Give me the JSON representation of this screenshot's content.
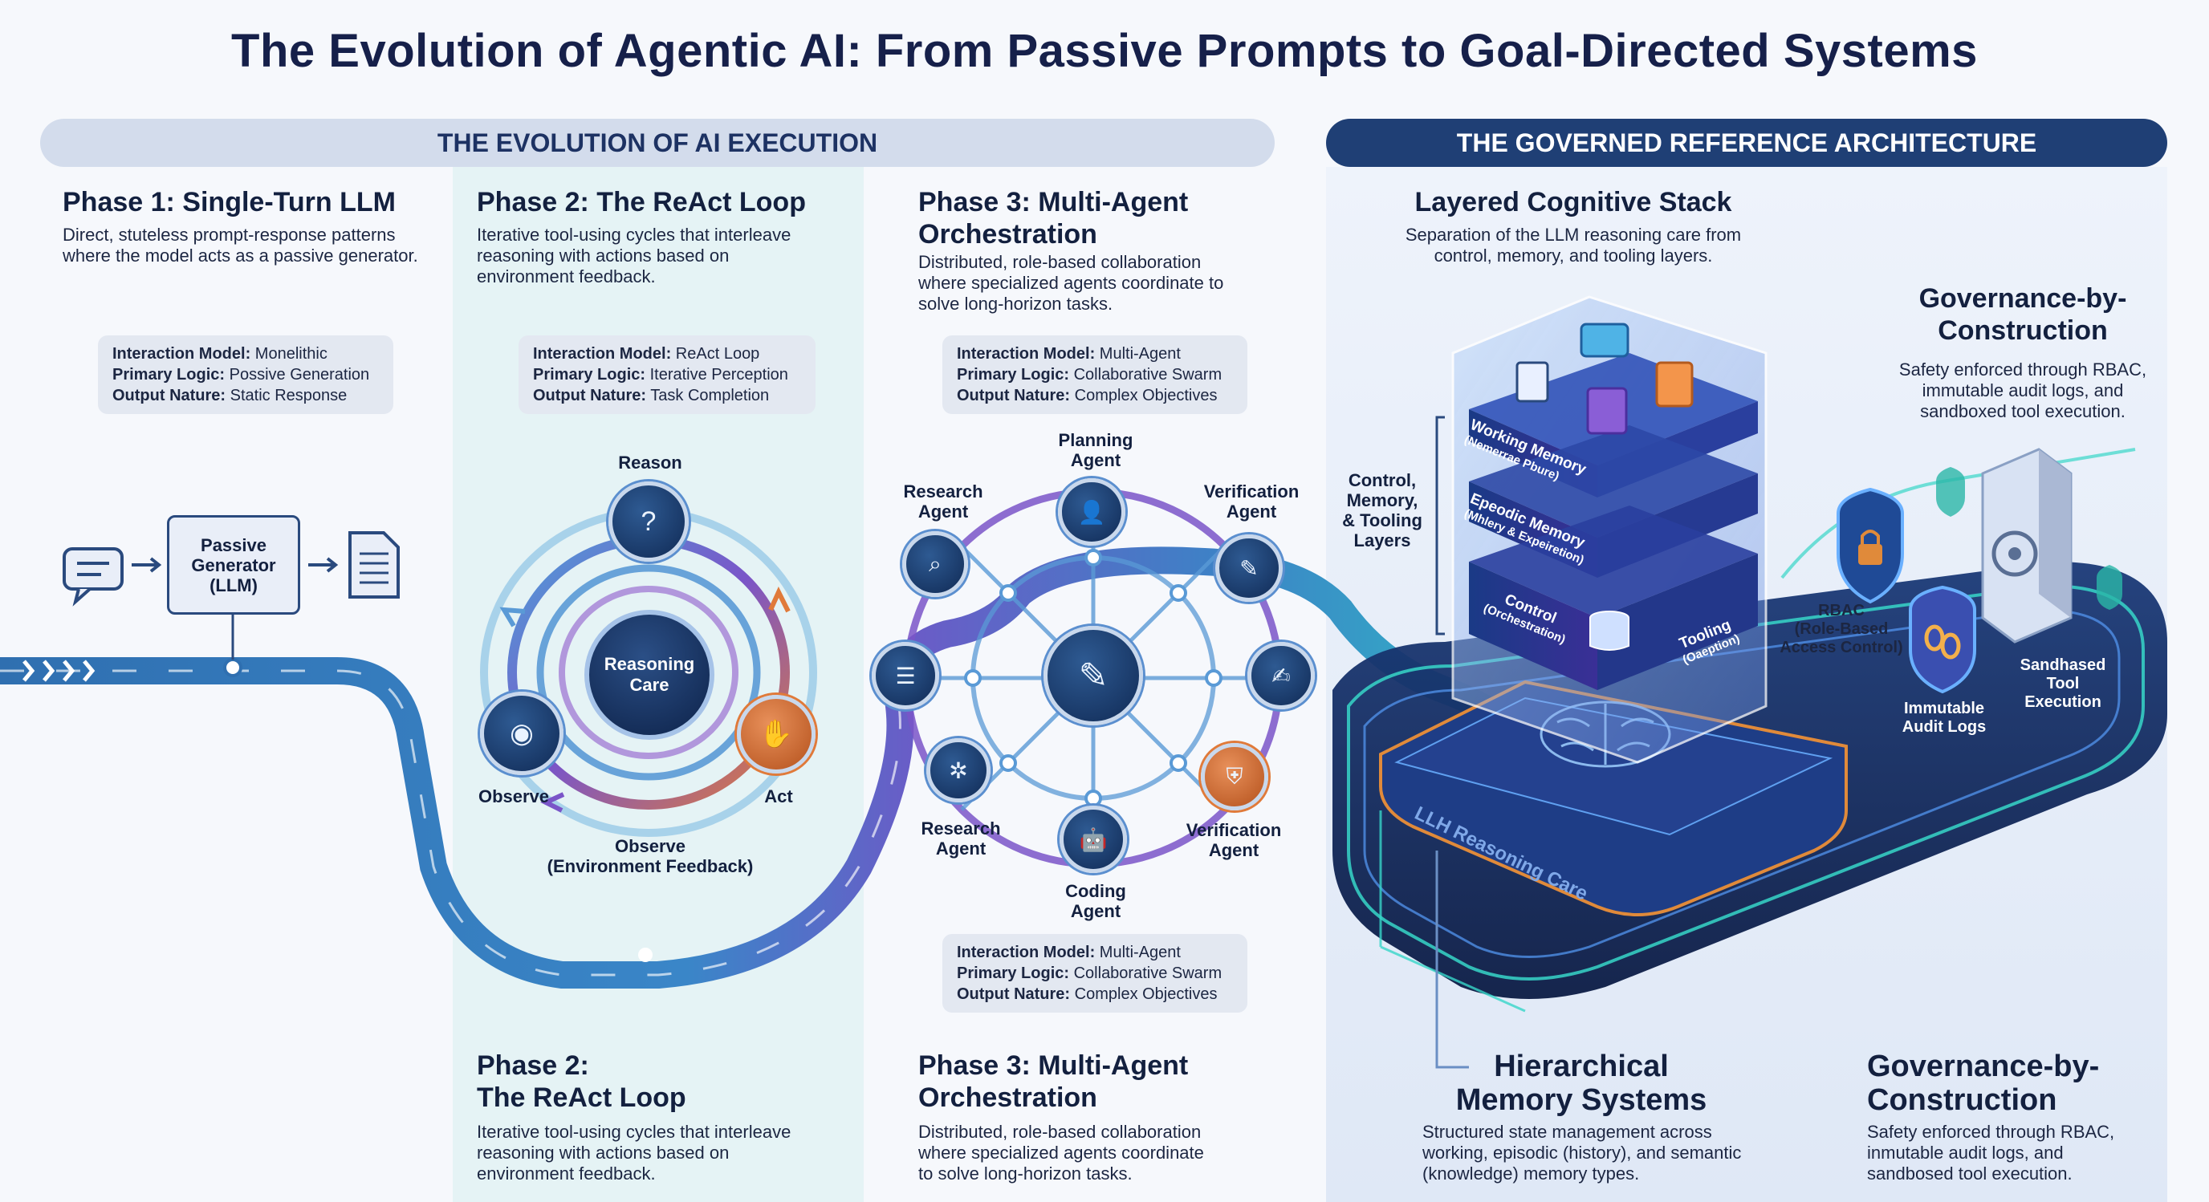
{
  "title": "The Evolution of Agentic AI: From Passive Prompts to Goal-Directed Systems",
  "bands": {
    "left": "THE EVOLUTION OF AI EXECUTION",
    "right": "THE GOVERNED REFERENCE ARCHITECTURE"
  },
  "phase1": {
    "heading": "Phase 1: Single-Turn LLM",
    "desc_1": "Direct, stuteless prompt-response patterns",
    "desc_2": "where the model acts as a passive generator.",
    "info": {
      "k1": "Interaction Model:",
      "v1": "Monelithic",
      "k2": "Primary Logic:",
      "v2": "Possive Generation",
      "k3": "Output Nature:",
      "v3": "Static Response"
    },
    "box_1": "Passive",
    "box_2": "Generator",
    "box_3": "(LLM)"
  },
  "phase2": {
    "heading": "Phase 2: The ReAct Loop",
    "desc_1": "Iterative tool-using cycles that interleave",
    "desc_2": "reasoning with actions based on",
    "desc_3": "environment feedback.",
    "info": {
      "k1": "Interaction Model:",
      "v1": "ReAct Loop",
      "k2": "Primary Logic:",
      "v2": "Iterative Perception",
      "k3": "Output Nature:",
      "v3": "Task Completion"
    },
    "reason": "Reason",
    "core_1": "Reasoning",
    "core_2": "Care",
    "observe": "Observe",
    "act": "Act",
    "observe_env_1": "Observe",
    "observe_env_2": "(Environment Feedback)",
    "bottom_heading_1": "Phase 2:",
    "bottom_heading_2": "The ReAct Loop",
    "bottom_desc_1": "Iterative tool-using cycles that interleave",
    "bottom_desc_2": "reasoning with actions based on",
    "bottom_desc_3": "environment feedback."
  },
  "phase3": {
    "heading_1": "Phase 3: Multi-Agent",
    "heading_2": "Orchestration",
    "desc_1": "Distributed, role-based collaboration",
    "desc_2": "where specialized agents coordinate to",
    "desc_3": "solve long-horizon tasks.",
    "info": {
      "k1": "Interaction Model:",
      "v1": "Multi-Agent",
      "k2": "Primary Logic:",
      "v2": "Collaborative Swarm",
      "k3": "Output Nature:",
      "v3": "Complex Objectives"
    },
    "agents": {
      "planning_1": "Planning",
      "planning_2": "Agent",
      "research_top_1": "Research",
      "research_top_2": "Agent",
      "verification_top_1": "Verification",
      "verification_top_2": "Agent",
      "research_bot_1": "Research",
      "research_bot_2": "Agent",
      "verification_bot_1": "Verification",
      "verification_bot_2": "Agent",
      "coding_1": "Coding",
      "coding_2": "Agent"
    },
    "info2": {
      "k1": "Interaction Model:",
      "v1": "Multi-Agent",
      "k2": "Primary Logic:",
      "v2": "Collaborative Swarm",
      "k3": "Output Nature:",
      "v3": "Complex Objectives"
    },
    "bottom_heading_1": "Phase 3: Multi-Agent",
    "bottom_heading_2": "Orchestration",
    "bottom_desc_1": "Distributed, role-based collaboration",
    "bottom_desc_2": "where specialized agents coordinate",
    "bottom_desc_3": "to solve long-horizon tasks."
  },
  "architecture": {
    "stack_heading": "Layered Cognitive Stack",
    "stack_desc_1": "Separation of the LLM reasoning care from",
    "stack_desc_2": "control, memory, and tooling layers.",
    "control_label_1": "Control,",
    "control_label_2": "Memory,",
    "control_label_3": "& Tooling",
    "control_label_4": "Layers",
    "layer_working_1": "Working Memory",
    "layer_working_2": "(Nemerrae Pbure)",
    "layer_episodic_1": "Epeodic Memory",
    "layer_episodic_2": "(Mhlery & Expeiretion)",
    "layer_control_1": "Control",
    "layer_control_2": "(Orchestration)",
    "layer_tooling_1": "Tooling",
    "layer_tooling_2": "(Oaeption)",
    "core_label": "LLH Reasoning Care",
    "gov_heading_1": "Governance-by-",
    "gov_heading_2": "Construction",
    "gov_desc_1": "Safety enforced through RBAC,",
    "gov_desc_2": "immutable audit logs, and",
    "gov_desc_3": "sandboxed tool execution.",
    "rbac_1": "RBAC",
    "rbac_2": "(Role-Based",
    "rbac_3": "Access Control)",
    "audit_1": "Immutable",
    "audit_2": "Audit Logs",
    "sandbox_1": "Sandhased",
    "sandbox_2": "Tool",
    "sandbox_3": "Execution",
    "mem_heading_1": "Hierarchical",
    "mem_heading_2": "Memory Systems",
    "mem_desc_1": "Structured state management across",
    "mem_desc_2": "working, episodic (history), and semantic",
    "mem_desc_3": "(knowledge) memory types.",
    "gov2_heading_1": "Governance-by-",
    "gov2_heading_2": "Construction",
    "gov2_desc_1": "Safety enforced through RBAC,",
    "gov2_desc_2": "inmutable audit logs, and",
    "gov2_desc_3": "sandbosed tool execution."
  },
  "colors": {
    "navy": "#16204a",
    "band_left": "#d3dcec",
    "band_right": "#1f3f75",
    "phase2_bg": "#e5f3f5",
    "path_blue": "#3a7fc4",
    "path_purple": "#7a55c8",
    "teal_glow": "#37d6c8",
    "orange": "#e07a3a"
  },
  "icons": [
    "chat-icon",
    "document-icon",
    "question-icon",
    "eye-icon",
    "hand-tool-icon",
    "robot-icon",
    "shield-lock-icon",
    "shield-chain-icon",
    "vault-icon",
    "brain-icon",
    "database-icon"
  ]
}
